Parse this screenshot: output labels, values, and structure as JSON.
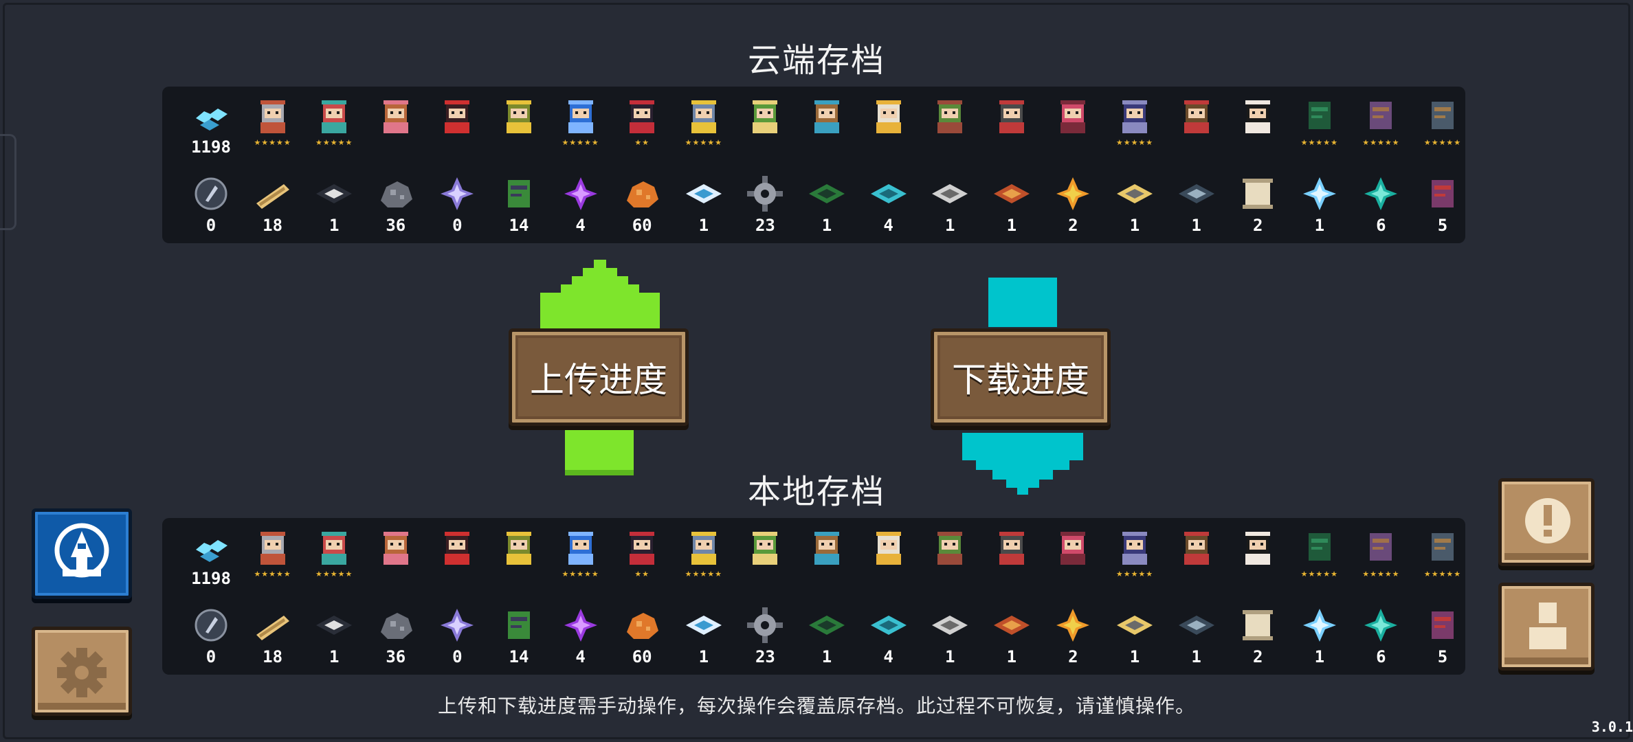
{
  "cloud": {
    "title": "云端存档",
    "currency": {
      "icon": "gem-icon",
      "value": "1198"
    },
    "heroes": [
      {
        "icon": "knight-icon",
        "stars": "★★★★★"
      },
      {
        "icon": "rogue-icon",
        "stars": "★★★★★"
      },
      {
        "icon": "witch-icon",
        "stars": ""
      },
      {
        "icon": "assassin-icon",
        "stars": ""
      },
      {
        "icon": "engineer-icon",
        "stars": ""
      },
      {
        "icon": "robot-icon",
        "stars": "★★★★★"
      },
      {
        "icon": "vampire-icon",
        "stars": "★★"
      },
      {
        "icon": "paladin-icon",
        "stars": "★★★★★"
      },
      {
        "icon": "elf-icon",
        "stars": ""
      },
      {
        "icon": "werewolf-icon",
        "stars": ""
      },
      {
        "icon": "priest-icon",
        "stars": ""
      },
      {
        "icon": "druid-icon",
        "stars": ""
      },
      {
        "icon": "berserker-icon",
        "stars": ""
      },
      {
        "icon": "taoist-icon",
        "stars": ""
      },
      {
        "icon": "necromancer-icon",
        "stars": "★★★★★"
      },
      {
        "icon": "officer-icon",
        "stars": ""
      },
      {
        "icon": "swordsman-icon",
        "stars": ""
      },
      {
        "icon": "green-box-icon",
        "stars": "★★★★★"
      },
      {
        "icon": "spellbook-icon",
        "stars": "★★★★★"
      },
      {
        "icon": "barrel-icon",
        "stars": "★★★★★"
      }
    ],
    "materials": [
      {
        "icon": "compass-orb-icon",
        "value": "0"
      },
      {
        "icon": "wood-plank-icon",
        "value": "18"
      },
      {
        "icon": "dark-gem-icon",
        "value": "1"
      },
      {
        "icon": "ore-icon",
        "value": "36"
      },
      {
        "icon": "violet-crystal-icon",
        "value": "0"
      },
      {
        "icon": "battery-icon",
        "value": "14"
      },
      {
        "icon": "purple-crystal-icon",
        "value": "4"
      },
      {
        "icon": "copper-ore-icon",
        "value": "60"
      },
      {
        "icon": "blue-chip-icon",
        "value": "1"
      },
      {
        "icon": "gear-part-icon",
        "value": "23"
      },
      {
        "icon": "green-gun-part-icon",
        "value": "1"
      },
      {
        "icon": "cyan-part-icon",
        "value": "4"
      },
      {
        "icon": "silver-plate-icon",
        "value": "1"
      },
      {
        "icon": "red-plate-icon",
        "value": "1"
      },
      {
        "icon": "fire-crystal-icon",
        "value": "2"
      },
      {
        "icon": "gold-circuit-icon",
        "value": "1"
      },
      {
        "icon": "dark-circuit-icon",
        "value": "1"
      },
      {
        "icon": "scroll-icon",
        "value": "2"
      },
      {
        "icon": "ice-crystal-icon",
        "value": "1"
      },
      {
        "icon": "teal-crystal-icon",
        "value": "6"
      },
      {
        "icon": "red-book-icon",
        "value": "5"
      }
    ]
  },
  "local": {
    "title": "本地存档",
    "currency": {
      "icon": "gem-icon",
      "value": "1198"
    },
    "heroes": [
      {
        "icon": "knight-icon",
        "stars": "★★★★★"
      },
      {
        "icon": "rogue-icon",
        "stars": "★★★★★"
      },
      {
        "icon": "witch-icon",
        "stars": ""
      },
      {
        "icon": "assassin-icon",
        "stars": ""
      },
      {
        "icon": "engineer-icon",
        "stars": ""
      },
      {
        "icon": "robot-icon",
        "stars": "★★★★★"
      },
      {
        "icon": "vampire-icon",
        "stars": "★★"
      },
      {
        "icon": "paladin-icon",
        "stars": "★★★★★"
      },
      {
        "icon": "elf-icon",
        "stars": ""
      },
      {
        "icon": "werewolf-icon",
        "stars": ""
      },
      {
        "icon": "priest-icon",
        "stars": ""
      },
      {
        "icon": "druid-icon",
        "stars": ""
      },
      {
        "icon": "berserker-icon",
        "stars": ""
      },
      {
        "icon": "taoist-icon",
        "stars": ""
      },
      {
        "icon": "necromancer-icon",
        "stars": "★★★★★"
      },
      {
        "icon": "officer-icon",
        "stars": ""
      },
      {
        "icon": "swordsman-icon",
        "stars": ""
      },
      {
        "icon": "green-box-icon",
        "stars": "★★★★★"
      },
      {
        "icon": "spellbook-icon",
        "stars": "★★★★★"
      },
      {
        "icon": "barrel-icon",
        "stars": "★★★★★"
      }
    ],
    "materials": [
      {
        "icon": "compass-orb-icon",
        "value": "0"
      },
      {
        "icon": "wood-plank-icon",
        "value": "18"
      },
      {
        "icon": "dark-gem-icon",
        "value": "1"
      },
      {
        "icon": "ore-icon",
        "value": "36"
      },
      {
        "icon": "violet-crystal-icon",
        "value": "0"
      },
      {
        "icon": "battery-icon",
        "value": "14"
      },
      {
        "icon": "purple-crystal-icon",
        "value": "4"
      },
      {
        "icon": "copper-ore-icon",
        "value": "60"
      },
      {
        "icon": "blue-chip-icon",
        "value": "1"
      },
      {
        "icon": "gear-part-icon",
        "value": "23"
      },
      {
        "icon": "green-gun-part-icon",
        "value": "1"
      },
      {
        "icon": "cyan-part-icon",
        "value": "4"
      },
      {
        "icon": "silver-plate-icon",
        "value": "1"
      },
      {
        "icon": "red-plate-icon",
        "value": "1"
      },
      {
        "icon": "fire-crystal-icon",
        "value": "2"
      },
      {
        "icon": "gold-circuit-icon",
        "value": "1"
      },
      {
        "icon": "dark-circuit-icon",
        "value": "1"
      },
      {
        "icon": "scroll-icon",
        "value": "2"
      },
      {
        "icon": "ice-crystal-icon",
        "value": "1"
      },
      {
        "icon": "teal-crystal-icon",
        "value": "6"
      },
      {
        "icon": "red-book-icon",
        "value": "5"
      }
    ]
  },
  "actions": {
    "upload_label": "上传进度",
    "download_label": "下载进度",
    "upload_arrow_color": "#7ee52c",
    "download_arrow_color": "#00c4cc"
  },
  "side_buttons": {
    "account": {
      "icon": "tower-logo-icon"
    },
    "settings": {
      "icon": "gear-icon"
    },
    "notice": {
      "icon": "exclamation-icon"
    },
    "profile": {
      "icon": "person-icon"
    }
  },
  "notice_text": "上传和下载进度需手动操作，每次操作会覆盖原存档。此过程不可恢复，请谨慎操作。",
  "version": "3.0.1"
}
